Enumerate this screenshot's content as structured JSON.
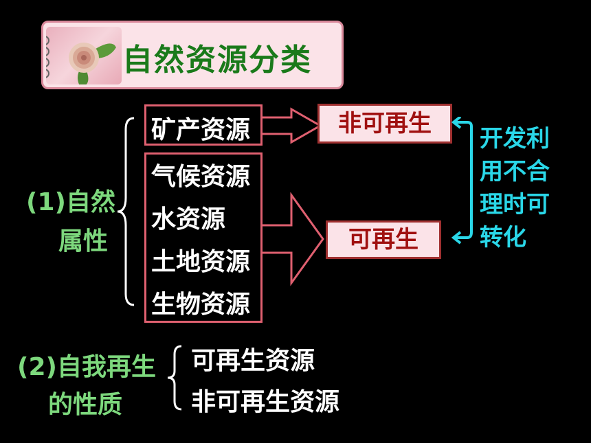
{
  "title": "自然资源分类",
  "section1": {
    "label_line1": "(1)自然",
    "label_line2": "属性",
    "mineral": "矿产资源",
    "renewable_items": [
      "气候资源",
      "水资源",
      "土地资源",
      "生物资源"
    ],
    "nonrenewable_result": "非可再生",
    "renewable_result": "可再生",
    "note_lines": [
      "开发利",
      "用不合",
      "理时可",
      "转化"
    ]
  },
  "section2": {
    "label_line1": "(2)自我再生",
    "label_line2": "的性质",
    "items": [
      "可再生资源",
      "非可再生资源"
    ]
  },
  "colors": {
    "background": "#000000",
    "title_green": "#1a7a1a",
    "label_green": "#7dd87d",
    "note_cyan": "#2ad7e8",
    "box_border": "#e06070",
    "result_text": "#a01010"
  }
}
